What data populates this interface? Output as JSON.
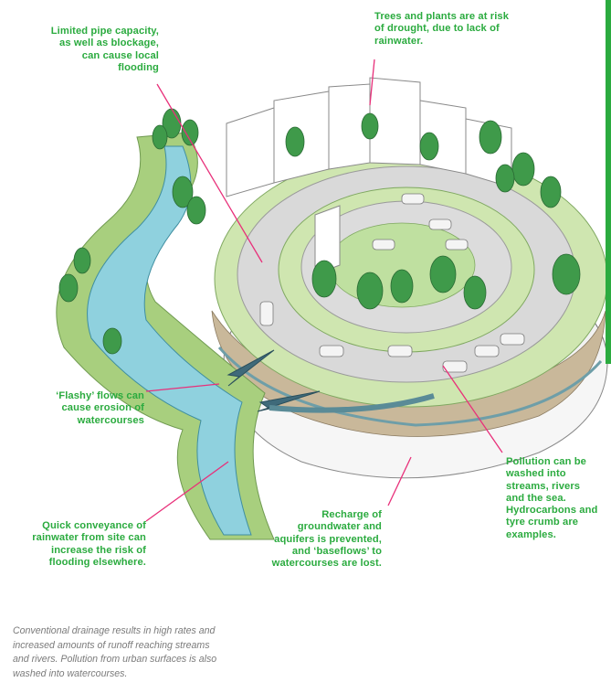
{
  "callouts": {
    "pipe_capacity": "Limited pipe capacity,\nas well as blockage,\ncan cause local\nflooding",
    "drought": "Trees and plants are at risk\nof drought, due to lack of\nrainwater.",
    "flashy_flows": "‘Flashy’ flows can\ncause erosion of\nwatercourses",
    "conveyance": "Quick conveyance of\nrainwater from site can\nincrease the risk of\nflooding elsewhere.",
    "recharge": "Recharge of\ngroundwater and\naquifers is prevented,\nand ‘baseflows’ to\nwatercourses are lost.",
    "pollution": "Pollution can be\nwashed into\nstreams, rivers\nand the sea.\nHydrocarbons and\ntyre crumb are\nexamples."
  },
  "caption": "Conventional drainage results in high rates and\nincreased amounts of runoff reaching streams\nand rivers.  Pollution from urban surfaces is also\nwashed into watercourses.",
  "colors": {
    "accent_green": "#2bab3f",
    "leader_pink": "#e8307a",
    "water_blue": "#8fd1de",
    "grass_light": "#cfe6b0",
    "grass_mid": "#a8cf7e",
    "road_grey": "#d9d9d9",
    "soil_tan": "#c9b89a",
    "tree_green": "#3f9a4a"
  }
}
